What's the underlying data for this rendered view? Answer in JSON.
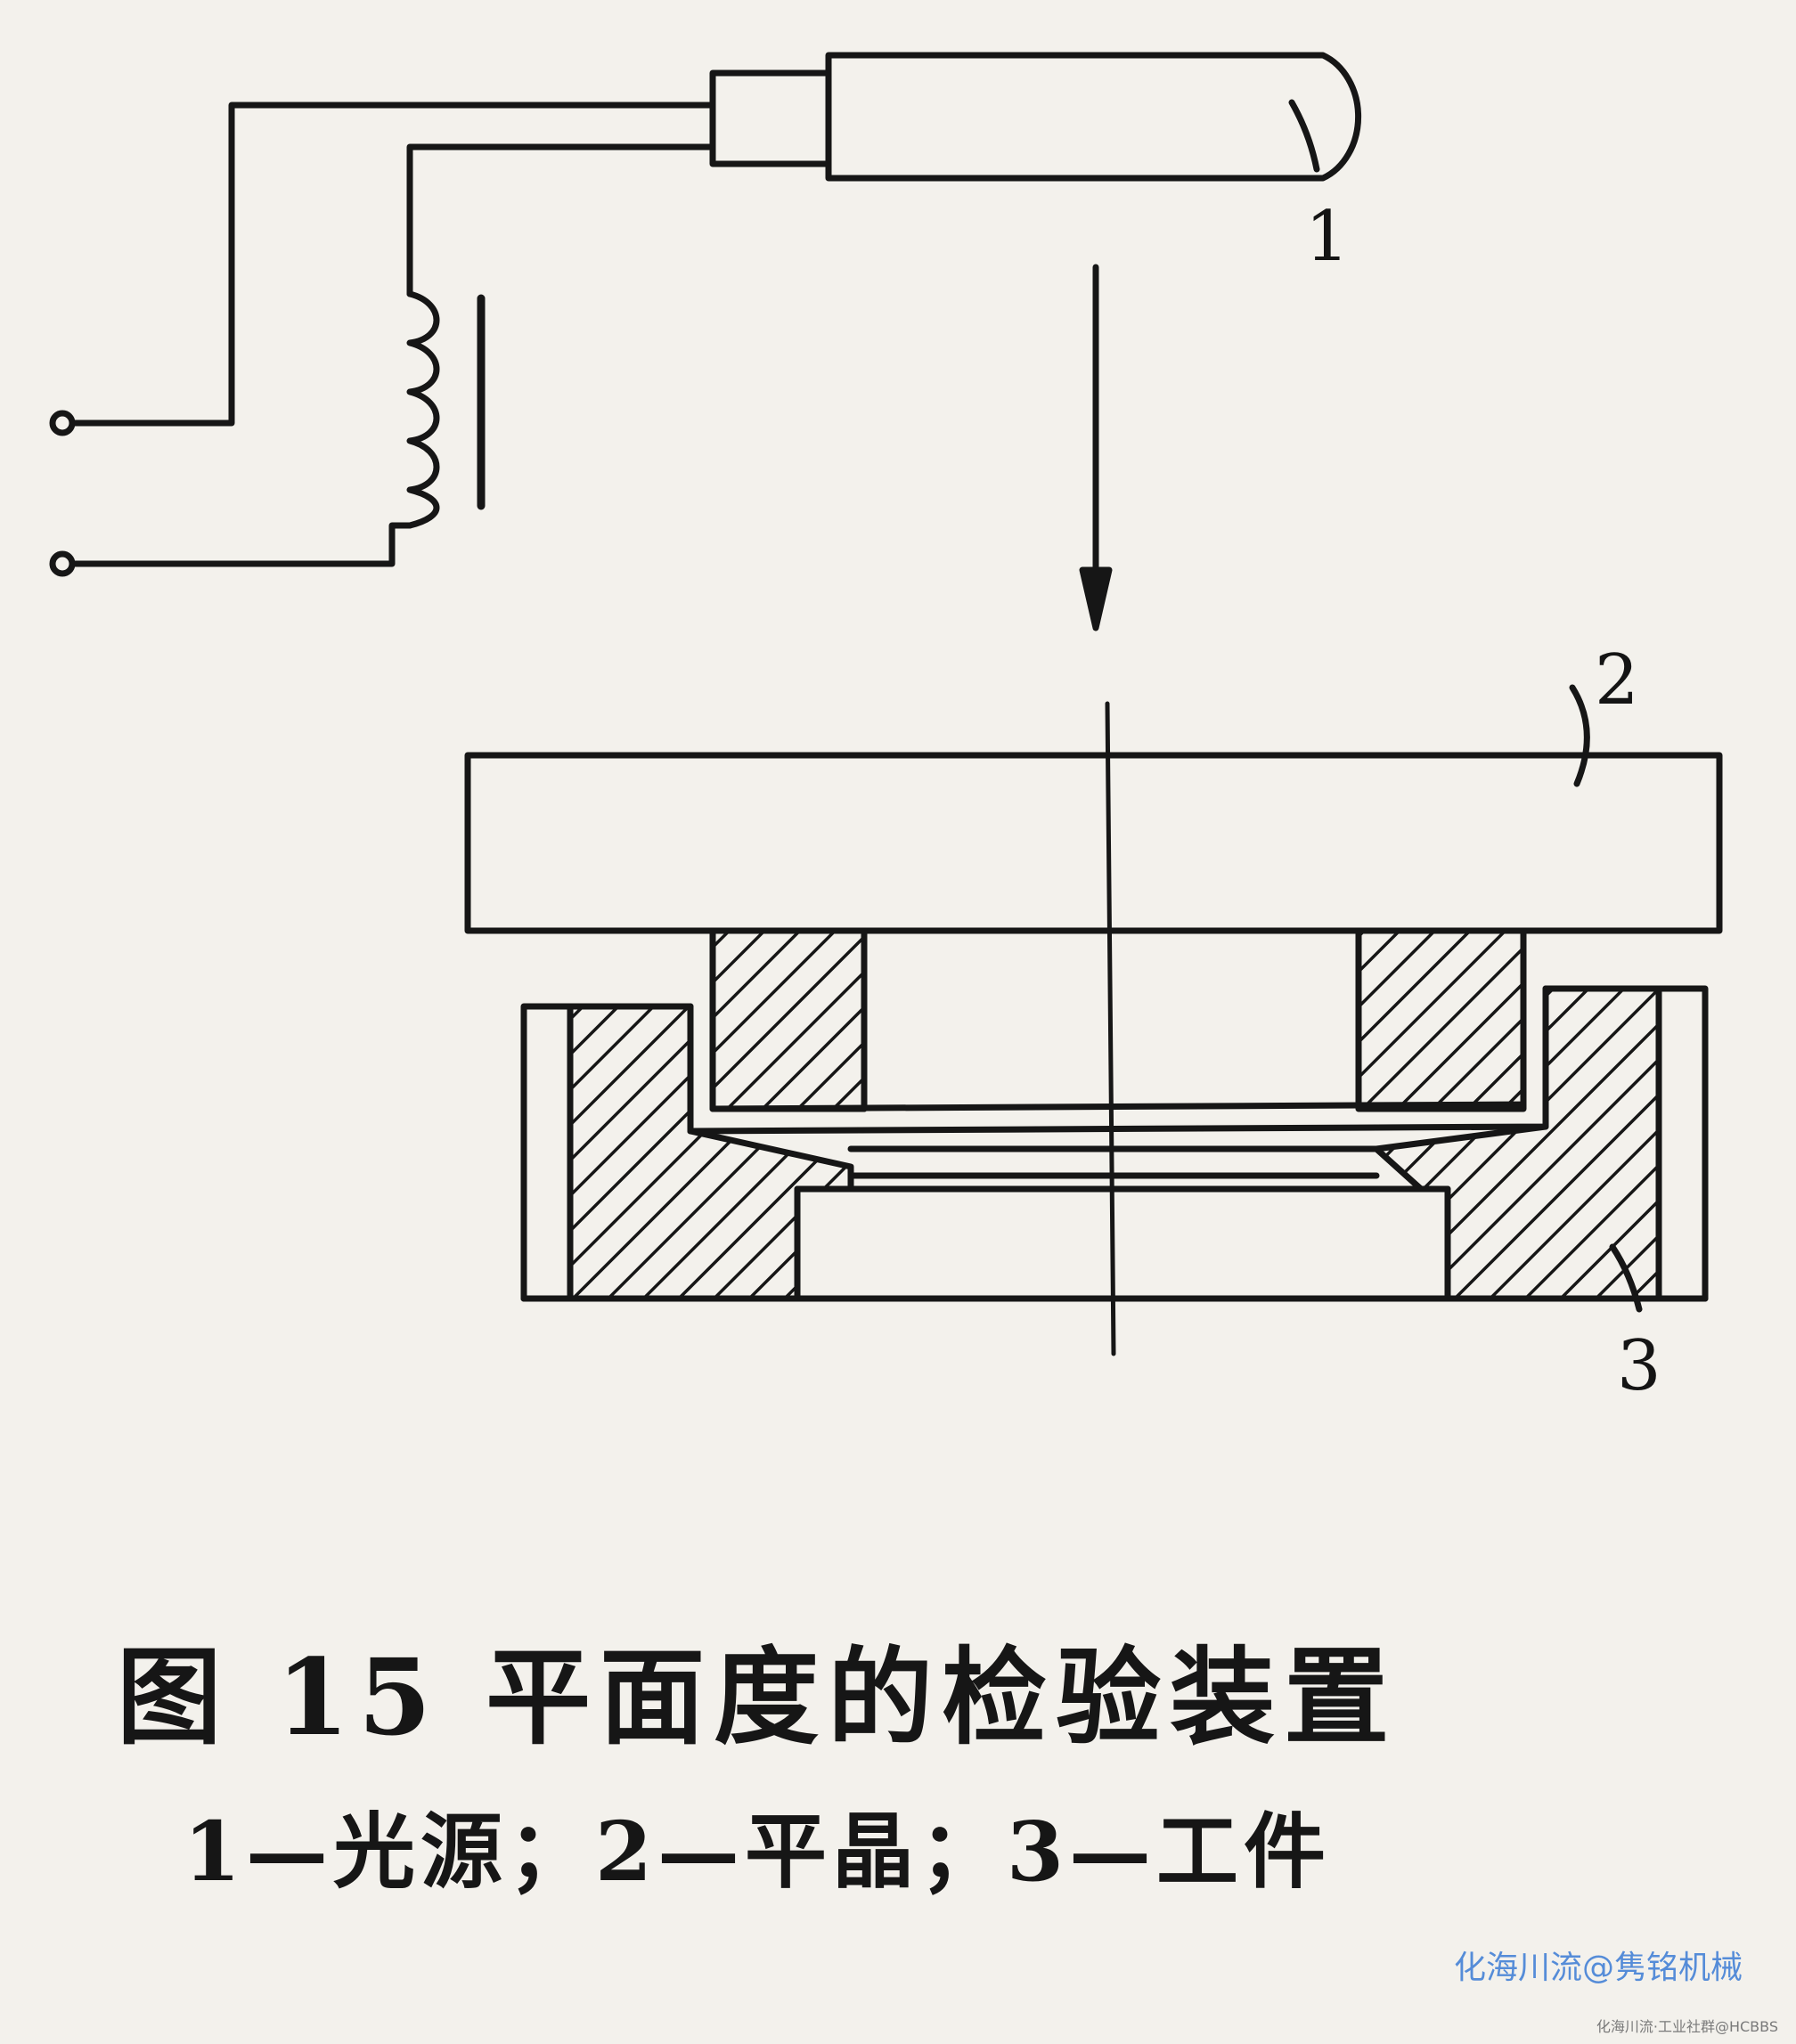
{
  "diagram": {
    "labels": {
      "light_source": "1",
      "optical_flat": "2",
      "workpiece": "3"
    }
  },
  "caption": {
    "title": "图 15   平面度的检验装置",
    "legend": "1—光源；2—平晶；3—工件"
  },
  "watermark": {
    "main": "化海川流@隽铭机械",
    "small": "化海川流·工业社群@HCBBS"
  }
}
